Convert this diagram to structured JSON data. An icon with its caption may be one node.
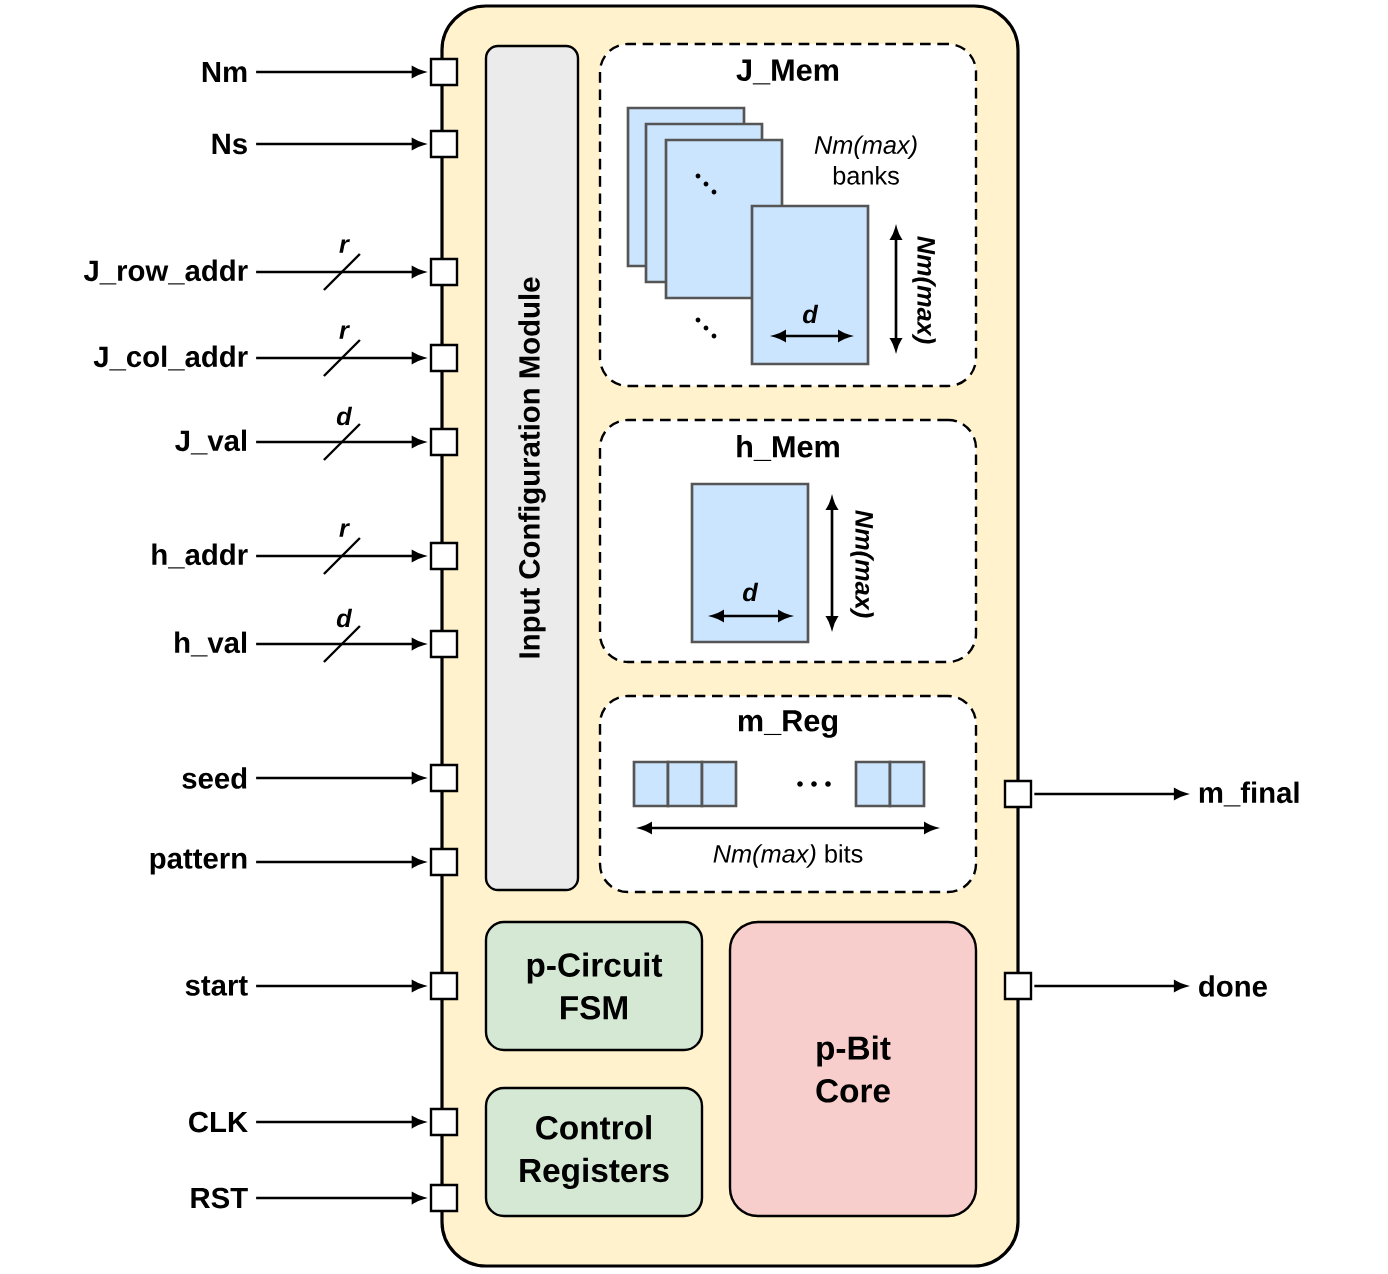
{
  "diagram": {
    "nodes": [
      {
        "text": [],
        "shape": "box"
      },
      {
        "text": [
          "Input Configuration Module"
        ],
        "in": 0
      },
      {
        "text": [
          "J_Mem",
          "*Nm(max)* banks",
          "Nm(max)",
          "d"
        ],
        "in": 0
      },
      {
        "text": [
          "h_Mem",
          "Nm(max)",
          "d"
        ],
        "in": 0
      },
      {
        "text": [
          "m_Reg",
          "*Nm(max)* bits"
        ],
        "in": 0
      },
      {
        "text": [
          "p-Circuit FSM"
        ],
        "in": 0
      },
      {
        "text": [
          "Control Registers"
        ],
        "in": 0
      },
      {
        "text": [
          "p-Bit Core"
        ],
        "in": 0
      },
      {
        "text": [
          "Nm"
        ]
      },
      {
        "text": [
          "Ns"
        ]
      },
      {
        "text": [
          "J_row_addr"
        ]
      },
      {
        "text": [
          "J_col_addr"
        ]
      },
      {
        "text": [
          "J_val"
        ]
      },
      {
        "text": [
          "h_addr"
        ]
      },
      {
        "text": [
          "h_val"
        ]
      },
      {
        "text": [
          "seed"
        ]
      },
      {
        "text": [
          "pattern"
        ]
      },
      {
        "text": [
          "start"
        ]
      },
      {
        "text": [
          "CLK"
        ]
      },
      {
        "text": [
          "RST"
        ]
      },
      {
        "text": [],
        "shape": "box"
      },
      {
        "text": [],
        "shape": "box"
      },
      {
        "text": [],
        "shape": "box"
      },
      {
        "text": [],
        "shape": "box"
      },
      {
        "text": [],
        "shape": "box"
      },
      {
        "text": [],
        "shape": "box"
      },
      {
        "text": [],
        "shape": "box"
      },
      {
        "text": [],
        "shape": "box"
      },
      {
        "text": [],
        "shape": "box"
      },
      {
        "text": [],
        "shape": "box"
      },
      {
        "text": [],
        "shape": "box"
      },
      {
        "text": [],
        "shape": "box"
      },
      {
        "text": [],
        "shape": "box"
      },
      {
        "text": [],
        "shape": "box"
      },
      {
        "text": [
          "m_final"
        ]
      },
      {
        "text": [
          "done"
        ]
      }
    ],
    "edges": [
      {
        "from": 8,
        "to": 20,
        "arrow": "to"
      },
      {
        "from": 9,
        "to": 21,
        "arrow": "to"
      },
      {
        "from": 10,
        "to": 22,
        "arrow": "to",
        "label": "r"
      },
      {
        "from": 11,
        "to": 23,
        "arrow": "to",
        "label": "r"
      },
      {
        "from": 12,
        "to": 24,
        "arrow": "to",
        "label": "d"
      },
      {
        "from": 13,
        "to": 25,
        "arrow": "to",
        "label": "r"
      },
      {
        "from": 14,
        "to": 26,
        "arrow": "to",
        "label": "d"
      },
      {
        "from": 15,
        "to": 27,
        "arrow": "to"
      },
      {
        "from": 16,
        "to": 28,
        "arrow": "to"
      },
      {
        "from": 17,
        "to": 29,
        "arrow": "to"
      },
      {
        "from": 18,
        "to": 30,
        "arrow": "to"
      },
      {
        "from": 19,
        "to": 31,
        "arrow": "to"
      },
      {
        "from": 32,
        "to": 34,
        "arrow": "to"
      },
      {
        "from": 33,
        "to": 35,
        "arrow": "to"
      }
    ]
  }
}
